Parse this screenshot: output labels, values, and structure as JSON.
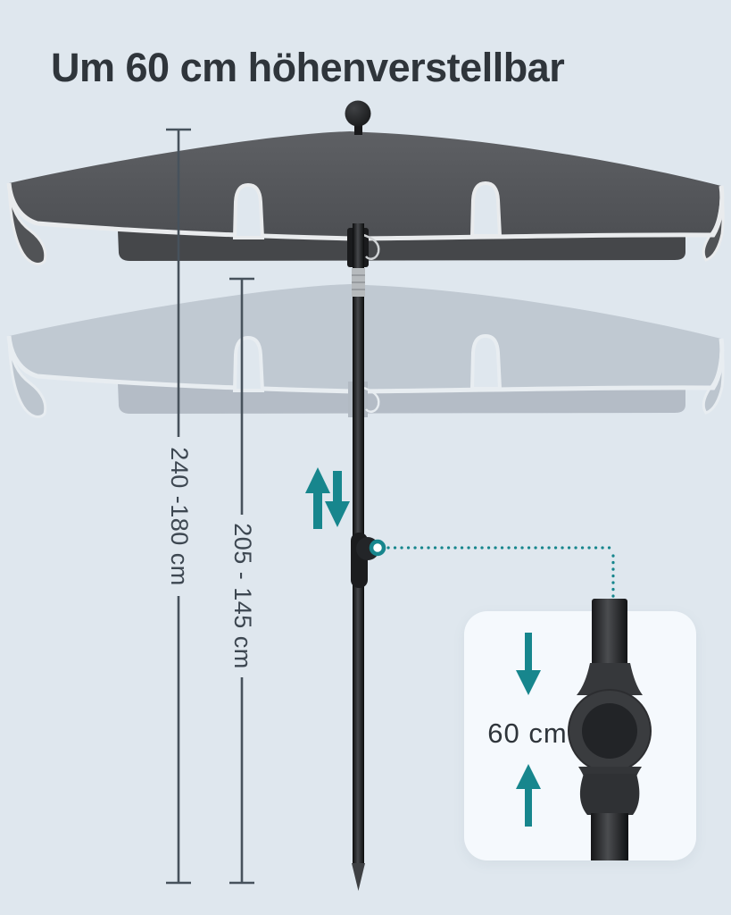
{
  "title": "Um 60 cm höhenverstellbar",
  "labels": {
    "total_height": "240 -180 cm",
    "pole_height": "205 - 145 cm",
    "adjustment": "60 cm"
  },
  "colors": {
    "background": "#dfe7ee",
    "accent_teal": "#17868d",
    "title_text": "#2f353b",
    "label_text": "#3d4751",
    "measure_line": "#47525c",
    "inset_background": "#f5f9fd"
  },
  "icons": {
    "up_arrow": "arrow pointing up (height raise)",
    "down_arrow": "arrow pointing down (height lower)",
    "joint_ring": "callout ring marker on pole joint",
    "dotted_connector": "dotted leader line to zoom inset"
  }
}
